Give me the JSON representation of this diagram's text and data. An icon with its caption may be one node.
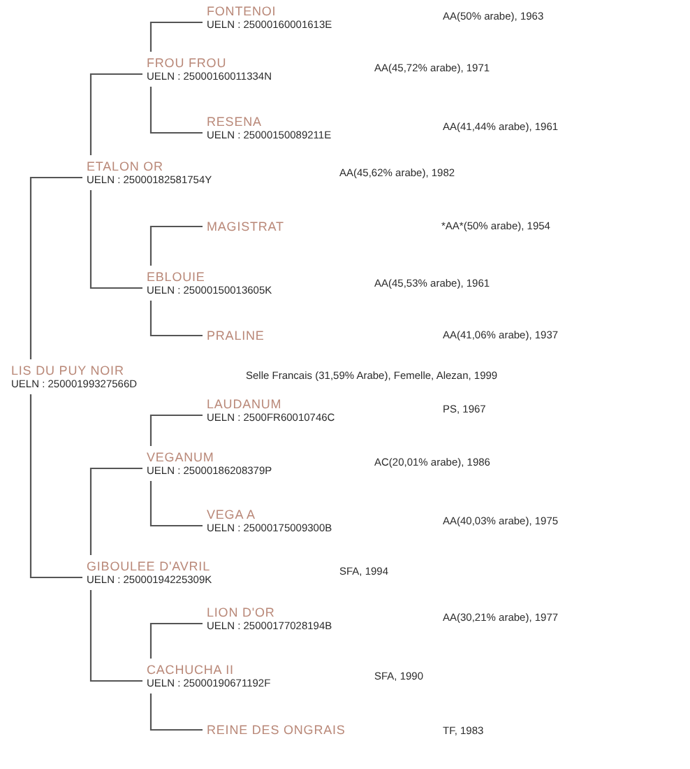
{
  "diagram": {
    "nodes": [
      {
        "text": [
          "FONTENOI",
          "UELN : 25000160001613E"
        ]
      },
      {
        "text": [
          "FROU FROU",
          "UELN : 25000160011334N"
        ]
      },
      {
        "text": [
          "RESENA",
          "UELN : 25000150089211E"
        ]
      },
      {
        "text": [
          "ETALON OR",
          "UELN : 25000182581754Y"
        ]
      },
      {
        "text": [
          "MAGISTRAT"
        ]
      },
      {
        "text": [
          "EBLOUIE",
          "UELN : 25000150013605K"
        ]
      },
      {
        "text": [
          "PRALINE"
        ]
      },
      {
        "text": [
          "LIS DU PUY NOIR",
          "UELN : 25000199327566D"
        ]
      },
      {
        "text": [
          "LAUDANUM",
          "UELN : 2500FR60010746C"
        ]
      },
      {
        "text": [
          "VEGANUM",
          "UELN : 25000186208379P"
        ]
      },
      {
        "text": [
          "VEGA A",
          "UELN : 25000175009300B"
        ]
      },
      {
        "text": [
          "GIBOULEE D'AVRIL",
          "UELN : 25000194225309K"
        ]
      },
      {
        "text": [
          "LION D'OR",
          "UELN : 25000177028194B"
        ]
      },
      {
        "text": [
          "CACHUCHA II",
          "UELN : 25000190671192F"
        ]
      },
      {
        "text": [
          "REINE DES ONGRAIS"
        ]
      }
    ],
    "edges": [
      {
        "from": 7,
        "to": 3,
        "arrow": "none"
      },
      {
        "from": 7,
        "to": 11,
        "arrow": "none"
      },
      {
        "from": 3,
        "to": 1,
        "arrow": "none"
      },
      {
        "from": 3,
        "to": 5,
        "arrow": "none"
      },
      {
        "from": 1,
        "to": 0,
        "arrow": "none"
      },
      {
        "from": 1,
        "to": 2,
        "arrow": "none"
      },
      {
        "from": 5,
        "to": 4,
        "arrow": "none"
      },
      {
        "from": 5,
        "to": 6,
        "arrow": "none"
      },
      {
        "from": 11,
        "to": 9,
        "arrow": "none"
      },
      {
        "from": 11,
        "to": 13,
        "arrow": "none"
      },
      {
        "from": 9,
        "to": 8,
        "arrow": "none"
      },
      {
        "from": 9,
        "to": 10,
        "arrow": "none"
      },
      {
        "from": 13,
        "to": 12,
        "arrow": "none"
      },
      {
        "from": 13,
        "to": 14,
        "arrow": "none"
      }
    ],
    "labels": [
      "AA(50% arabe), 1963",
      "AA(45,72% arabe), 1971",
      "AA(41,44% arabe), 1961",
      "AA(45,62% arabe), 1982",
      "*AA*(50% arabe), 1954",
      "AA(45,53% arabe), 1961",
      "AA(41,06% arabe), 1937",
      "Selle Francais (31,59% Arabe), Femelle, Alezan, 1999",
      "PS, 1967",
      "AC(20,01% arabe), 1986",
      "AA(40,03% arabe), 1975",
      "SFA, 1994",
      "AA(30,21% arabe), 1977",
      "SFA, 1990",
      "TF, 1983"
    ]
  }
}
